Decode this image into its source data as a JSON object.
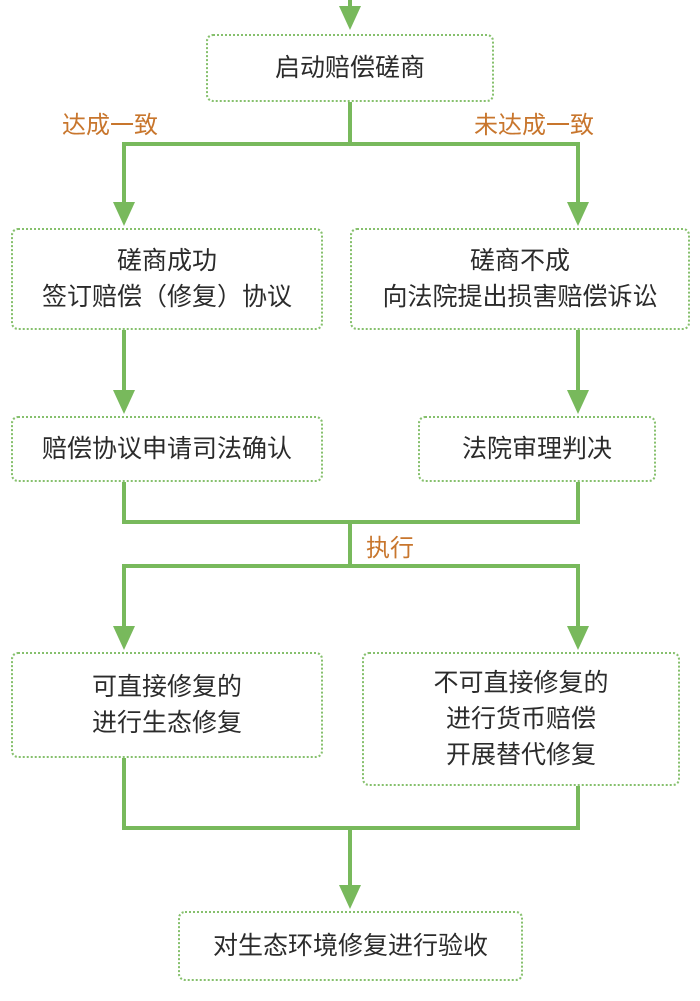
{
  "colors": {
    "line": "#78b95c",
    "box_border": "#86c06d",
    "label": "#c8762d",
    "text": "#2b2b2b"
  },
  "nodes": {
    "start": [
      "启动赔偿磋商"
    ],
    "success": [
      "磋商成功",
      "签订赔偿（修复）协议"
    ],
    "failure": [
      "磋商不成",
      "向法院提出损害赔偿诉讼"
    ],
    "confirm": [
      "赔偿协议申请司法确认"
    ],
    "judgment": [
      "法院审理判决"
    ],
    "direct_repair": [
      "可直接修复的",
      "进行生态修复"
    ],
    "indirect_repair": [
      "不可直接修复的",
      "进行货币赔偿",
      "开展替代修复"
    ],
    "acceptance": [
      "对生态环境修复进行验收"
    ]
  },
  "edge_labels": {
    "agree": "达成一致",
    "disagree": "未达成一致",
    "execute": "执行"
  }
}
